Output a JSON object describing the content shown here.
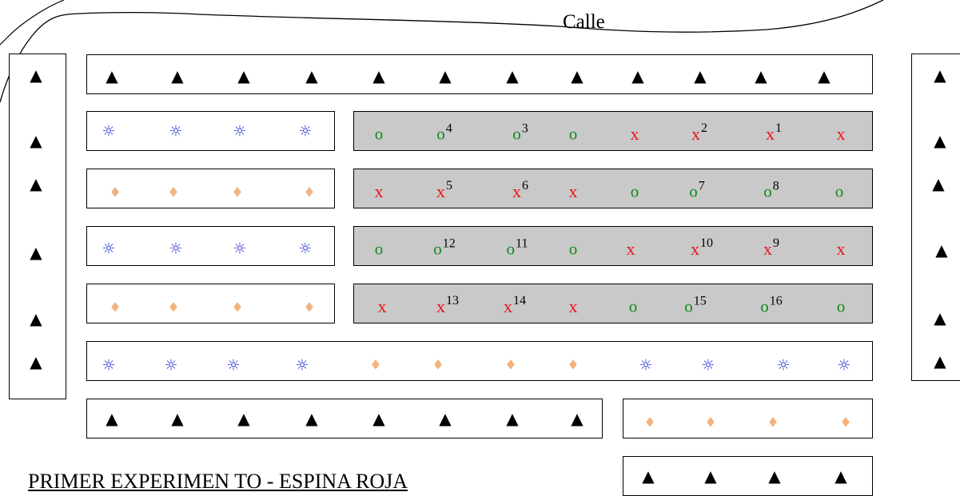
{
  "street_label": "Calle",
  "title": "PRIMER EXPERIMEN TO - ESPINA ROJA",
  "colors": {
    "treatment_x": "#e8141b",
    "treatment_o": "#138a1b",
    "sun_symbol": "#2f3fd6",
    "diamond_symbol": "#f4b27c",
    "plot_fill": "#c9c9c9"
  },
  "rows": {
    "top_border": {
      "symbols": [
        "▲",
        "▲",
        "▲",
        "▲",
        "▲",
        "▲",
        "▲",
        "▲",
        "▲",
        "▲",
        "▲",
        "▲"
      ]
    },
    "left_border": {
      "symbols": [
        "▲",
        "▲",
        "▲",
        "▲",
        "▲",
        "▲"
      ]
    },
    "right_border": {
      "symbols": [
        "▲",
        "▲",
        "▲",
        "▲",
        "▲",
        "▲"
      ]
    },
    "row1_left": {
      "symbols": [
        "☼",
        "☼",
        "☼",
        "☼"
      ]
    },
    "row2_left": {
      "symbols": [
        "♦",
        "♦",
        "♦",
        "♦"
      ]
    },
    "row3_left": {
      "symbols": [
        "☼",
        "☼",
        "☼",
        "☼"
      ]
    },
    "row4_left": {
      "symbols": [
        "♦",
        "♦",
        "♦",
        "♦"
      ]
    },
    "row1_plot": [
      {
        "s": "o",
        "n": ""
      },
      {
        "s": "o",
        "n": "4"
      },
      {
        "s": "o",
        "n": "3"
      },
      {
        "s": "o",
        "n": ""
      },
      {
        "s": "x",
        "n": ""
      },
      {
        "s": "x",
        "n": "2"
      },
      {
        "s": "x",
        "n": "1"
      },
      {
        "s": "x",
        "n": ""
      }
    ],
    "row2_plot": [
      {
        "s": "x",
        "n": ""
      },
      {
        "s": "x",
        "n": "5"
      },
      {
        "s": "x",
        "n": "6"
      },
      {
        "s": "x",
        "n": ""
      },
      {
        "s": "o",
        "n": ""
      },
      {
        "s": "o",
        "n": "7"
      },
      {
        "s": "o",
        "n": "8"
      },
      {
        "s": "o",
        "n": ""
      }
    ],
    "row3_plot": [
      {
        "s": "o",
        "n": ""
      },
      {
        "s": "o",
        "n": "12"
      },
      {
        "s": "o",
        "n": "11"
      },
      {
        "s": "o",
        "n": ""
      },
      {
        "s": "x",
        "n": ""
      },
      {
        "s": "x",
        "n": "10"
      },
      {
        "s": "x",
        "n": "9"
      },
      {
        "s": "x",
        "n": ""
      }
    ],
    "row4_plot": [
      {
        "s": "x",
        "n": ""
      },
      {
        "s": "x",
        "n": "13"
      },
      {
        "s": "x",
        "n": "14"
      },
      {
        "s": "x",
        "n": ""
      },
      {
        "s": "o",
        "n": ""
      },
      {
        "s": "o",
        "n": "15"
      },
      {
        "s": "o",
        "n": "16"
      },
      {
        "s": "o",
        "n": ""
      }
    ],
    "row5": {
      "symbols": [
        "☼",
        "☼",
        "☼",
        "☼",
        "♦",
        "♦",
        "♦",
        "♦",
        "☼",
        "☼",
        "☼",
        "☼"
      ]
    },
    "row6_left": {
      "symbols": [
        "▲",
        "▲",
        "▲",
        "▲",
        "▲",
        "▲",
        "▲",
        "▲"
      ]
    },
    "row6_right": {
      "symbols": [
        "♦",
        "♦",
        "♦",
        "♦"
      ]
    },
    "row7_right": {
      "symbols": [
        "▲",
        "▲",
        "▲",
        "▲"
      ]
    }
  }
}
